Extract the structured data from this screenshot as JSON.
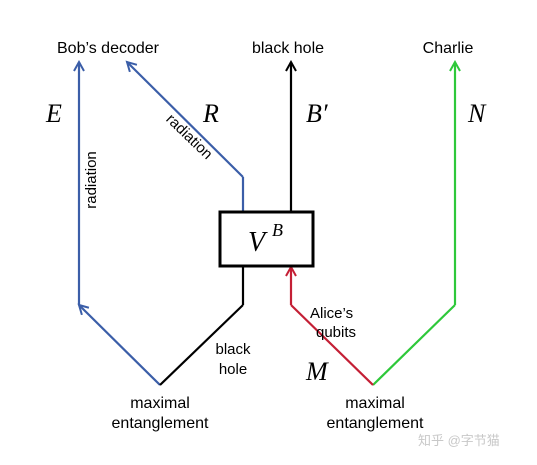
{
  "labels": {
    "bobs_decoder": "Bob’s decoder",
    "black_hole_top": "black hole",
    "charlie": "Charlie",
    "E": "E",
    "R": "R",
    "B_prime": "B′",
    "N": "N",
    "M": "M",
    "radiation_left": "radiation",
    "radiation_diag": "radiation",
    "box_V": "V",
    "box_B": "B",
    "alices_1": "Alice’s",
    "alices_2": "qubits",
    "black_hole_bottom_1": "black",
    "black_hole_bottom_2": "hole",
    "max_ent_left_1": "maximal",
    "max_ent_left_2": "entanglement",
    "max_ent_right_1": "maximal",
    "max_ent_right_2": "entanglement",
    "watermark": "知乎 @字节猫"
  },
  "colors": {
    "blue": "#3b5ea8",
    "black": "#000000",
    "green": "#2ec83a",
    "red": "#c41f35",
    "watermark": "#c8c8c8"
  }
}
